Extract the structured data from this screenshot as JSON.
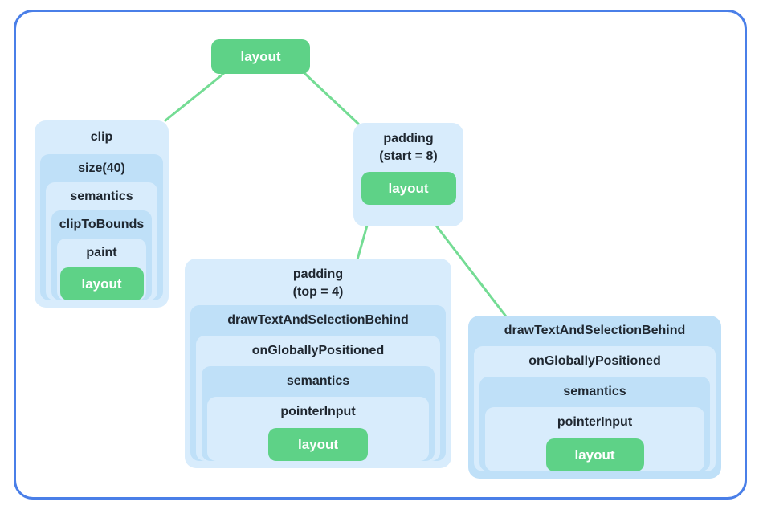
{
  "colors": {
    "frame_border": "#4a7fe8",
    "node_green": "#5ed287",
    "connector_green": "#74dc94",
    "box_light_blue": "#d8ecfc",
    "box_medium_blue": "#bfe0f8",
    "label_text": "#1f2730",
    "leaf_text": "#ffffff"
  },
  "tree": {
    "root": {
      "label": "layout"
    },
    "clip": {
      "title": "clip",
      "levels": [
        "size(40)",
        "semantics",
        "clipToBounds",
        "paint"
      ],
      "leaf": "layout"
    },
    "padding_start": {
      "title_line1": "padding",
      "title_line2": "(start = 8)",
      "leaf": "layout"
    },
    "padding_top": {
      "title_line1": "padding",
      "title_line2": "(top = 4)",
      "levels": [
        "drawTextAndSelectionBehind",
        "onGloballyPositioned",
        "semantics",
        "pointerInput"
      ],
      "leaf": "layout"
    },
    "draw_text": {
      "levels": [
        "drawTextAndSelectionBehind",
        "onGloballyPositioned",
        "semantics",
        "pointerInput"
      ],
      "leaf": "layout"
    }
  }
}
